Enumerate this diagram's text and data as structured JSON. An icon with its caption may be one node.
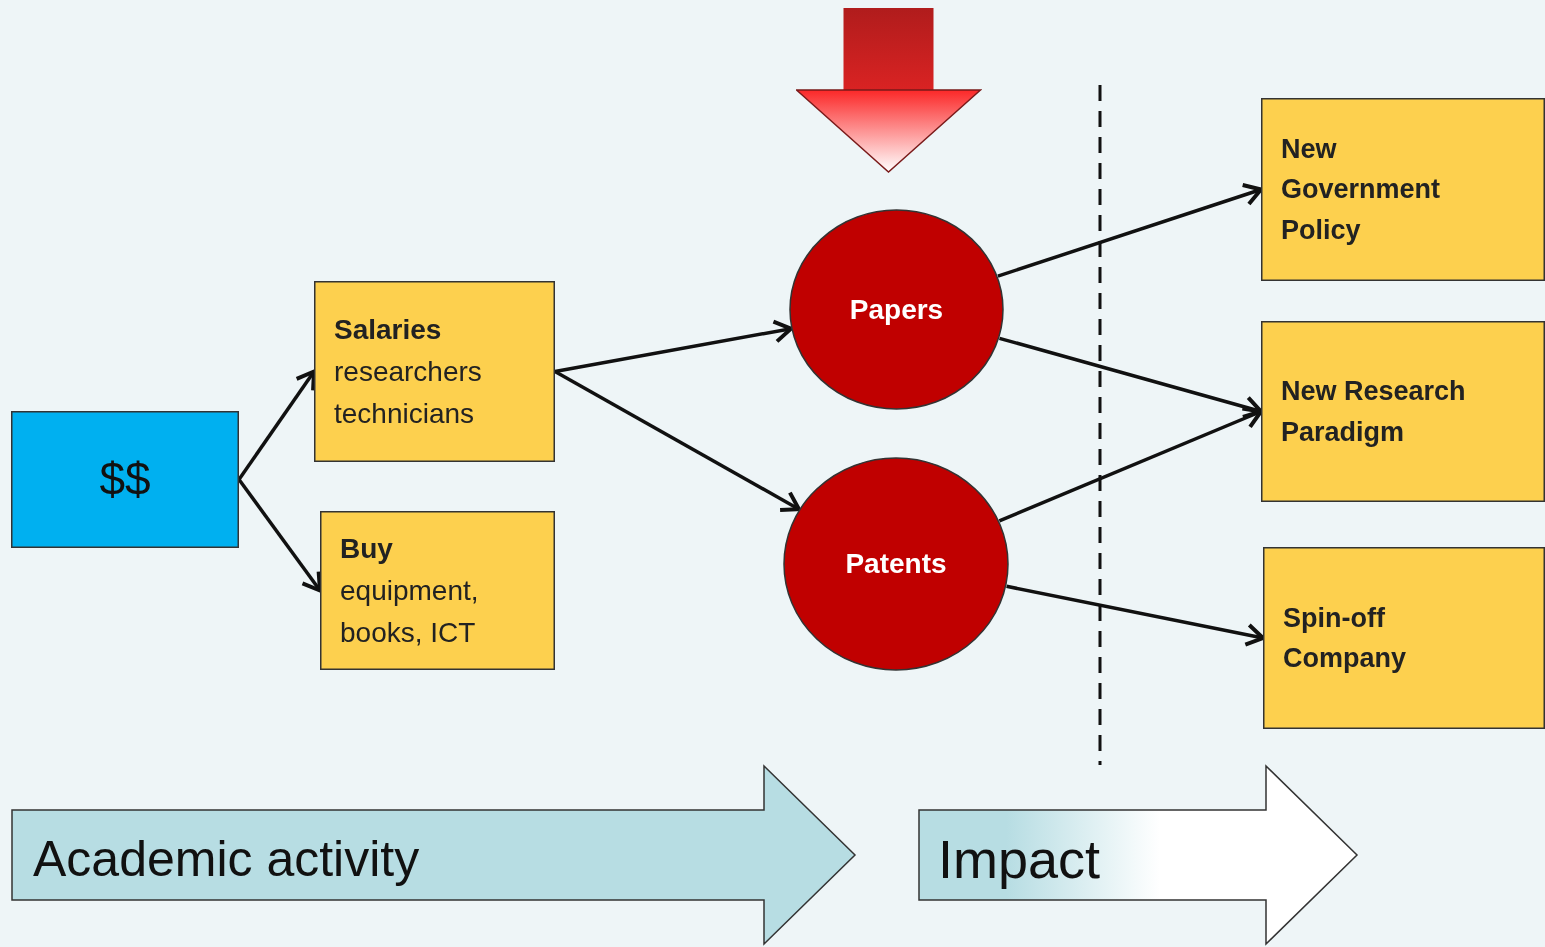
{
  "diagram": {
    "nodes": [
      {
        "text": [
          "$$"
        ]
      },
      {
        "text": [
          "Salaries",
          "researchers technicians"
        ]
      },
      {
        "text": [
          "Buy",
          "equipment, books, ICT"
        ]
      },
      {
        "text": [
          "Papers"
        ]
      },
      {
        "text": [
          "Patents"
        ]
      },
      {
        "text": [
          "New Government Policy"
        ]
      },
      {
        "text": [
          "New Research Paradigm"
        ]
      },
      {
        "text": [
          "Spin-off Company"
        ]
      },
      {
        "text": [
          "Academic activity"
        ]
      },
      {
        "text": [
          "Impact"
        ]
      }
    ],
    "edges": [
      {
        "from": 0,
        "to": 1,
        "arrow": "to"
      },
      {
        "from": 0,
        "to": 2,
        "arrow": "to"
      },
      {
        "from": 1,
        "to": 3,
        "arrow": "to"
      },
      {
        "from": 1,
        "to": 4,
        "arrow": "to"
      },
      {
        "from": 3,
        "to": 5,
        "arrow": "to"
      },
      {
        "from": 3,
        "to": 6,
        "arrow": "to"
      },
      {
        "from": 4,
        "to": 6,
        "arrow": "to"
      },
      {
        "from": 4,
        "to": 7,
        "arrow": "to"
      },
      {
        "from": null,
        "to": 3,
        "arrow": "to",
        "style": "thick",
        "color": "#b01c1c"
      }
    ]
  }
}
